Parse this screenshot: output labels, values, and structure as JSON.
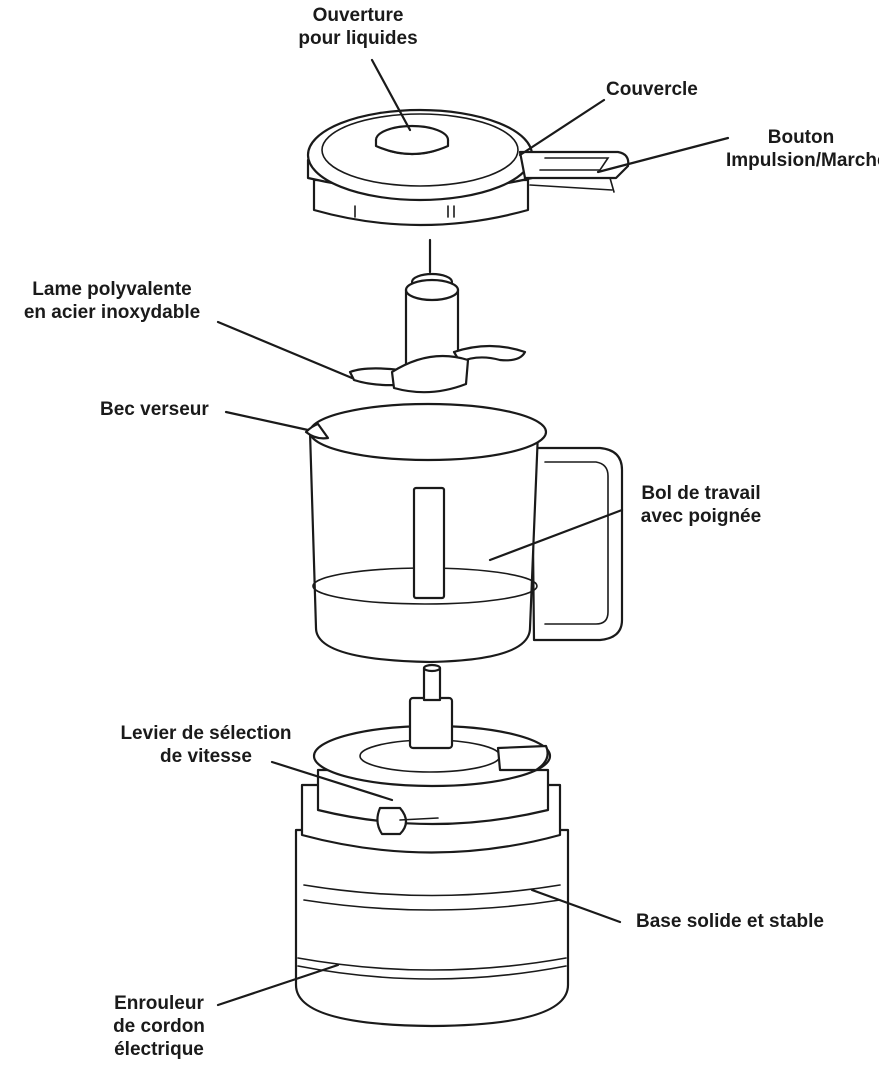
{
  "labels": {
    "liquid_opening": [
      "Ouverture",
      "pour liquides"
    ],
    "lid": [
      "Couvercle"
    ],
    "pulse_button": [
      "Bouton",
      "Impulsion/Marche"
    ],
    "blade": [
      "Lame polyvalente",
      "en acier inoxydable"
    ],
    "spout": [
      "Bec verseur"
    ],
    "bowl": [
      "Bol de travail",
      "avec poignée"
    ],
    "speed_lever": [
      "Levier de sélection",
      "de vitesse"
    ],
    "base": [
      "Base solide et stable"
    ],
    "cord_wrap": [
      "Enrouleur",
      "de cordon",
      "électrique"
    ]
  }
}
